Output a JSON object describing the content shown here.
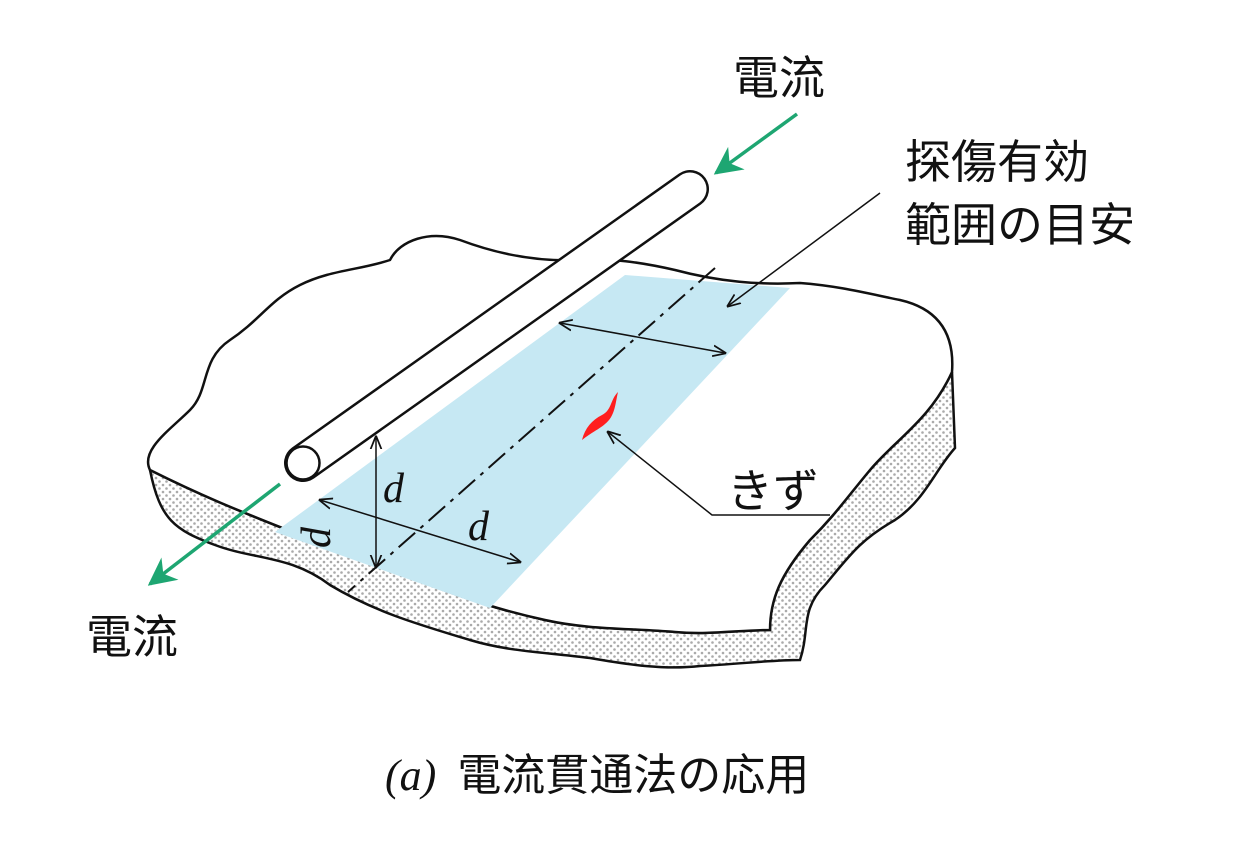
{
  "labels": {
    "current_in": "電流",
    "current_out": "電流",
    "range_line1": "探傷有効",
    "range_line2": "範囲の目安",
    "flaw": "きず",
    "dim_vertical": "d",
    "dim_left": "d",
    "dim_right": "d"
  },
  "caption": {
    "prefix": "(a)",
    "text": "電流貫通法の応用"
  },
  "colors": {
    "effective_range": "#c6e8f3",
    "current_arrow": "#1ea672",
    "flaw": "#ff1e1e",
    "outline": "#111111",
    "edge_dots": "#aaaaaa"
  }
}
